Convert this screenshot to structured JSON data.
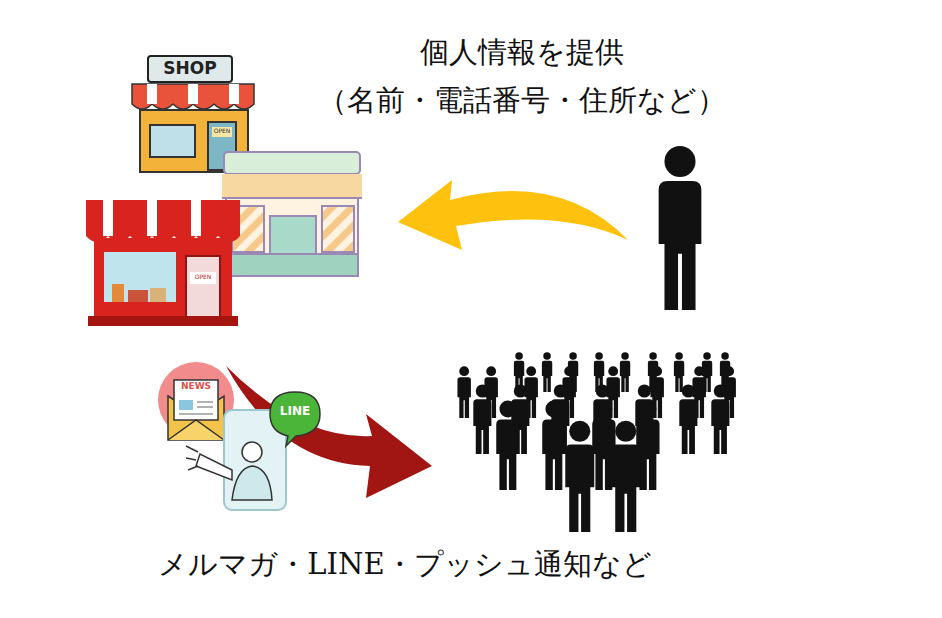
{
  "diagram": {
    "labels": [
      "個人情報を提供",
      "（名前・電話番号・住所など）",
      "SHOP",
      "OPEN",
      "OPEN",
      "NEWS",
      "LINE",
      "メルマガ・LINE・プッシュ通知など"
    ]
  }
}
